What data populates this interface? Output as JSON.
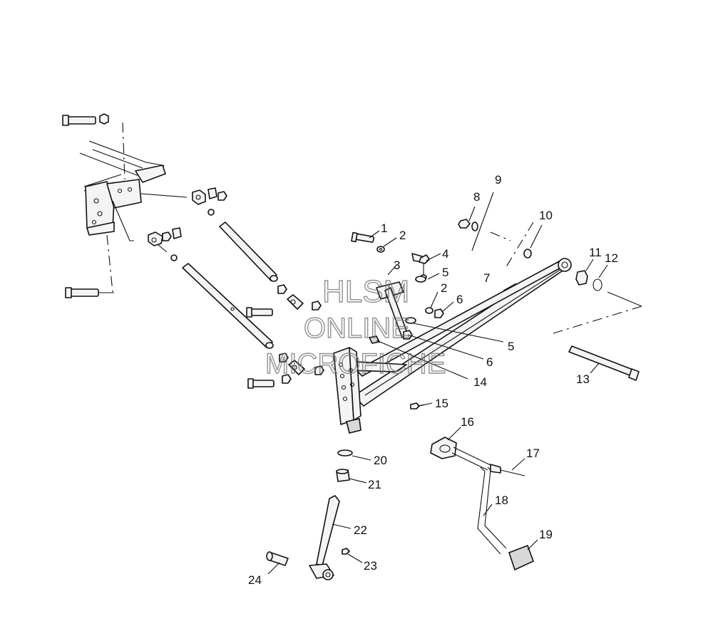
{
  "watermark": {
    "line1": "HLSM",
    "line2": "ONLINE",
    "line3": "MICROFICHE"
  },
  "callouts": [
    {
      "id": "c1",
      "label": "1"
    },
    {
      "id": "c2a",
      "label": "2"
    },
    {
      "id": "c3",
      "label": "3"
    },
    {
      "id": "c4",
      "label": "4"
    },
    {
      "id": "c5a",
      "label": "5"
    },
    {
      "id": "c2b",
      "label": "2"
    },
    {
      "id": "c6a",
      "label": "6"
    },
    {
      "id": "c7",
      "label": "7"
    },
    {
      "id": "c8",
      "label": "8"
    },
    {
      "id": "c9",
      "label": "9"
    },
    {
      "id": "c10",
      "label": "10"
    },
    {
      "id": "c11",
      "label": "11"
    },
    {
      "id": "c12",
      "label": "12"
    },
    {
      "id": "c5b",
      "label": "5"
    },
    {
      "id": "c6b",
      "label": "6"
    },
    {
      "id": "c13",
      "label": "13"
    },
    {
      "id": "c14",
      "label": "14"
    },
    {
      "id": "c15",
      "label": "15"
    },
    {
      "id": "c16",
      "label": "16"
    },
    {
      "id": "c17",
      "label": "17"
    },
    {
      "id": "c18",
      "label": "18"
    },
    {
      "id": "c19",
      "label": "19"
    },
    {
      "id": "c20",
      "label": "20"
    },
    {
      "id": "c21",
      "label": "21"
    },
    {
      "id": "c22",
      "label": "22"
    },
    {
      "id": "c23",
      "label": "23"
    },
    {
      "id": "c24",
      "label": "24"
    }
  ]
}
